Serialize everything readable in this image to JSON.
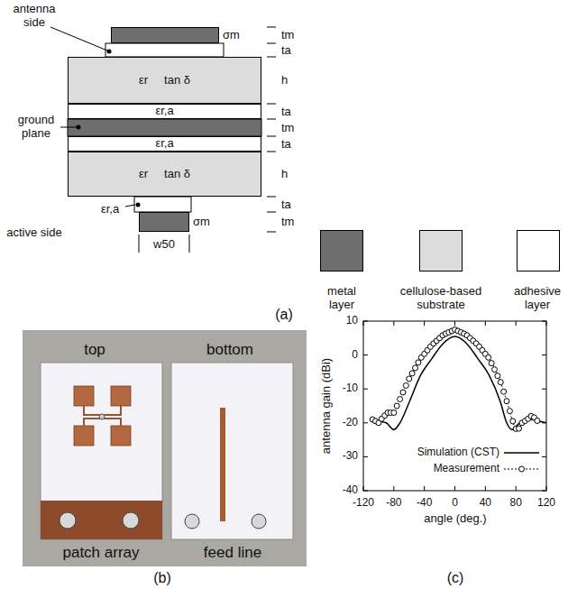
{
  "diagram": {
    "nodes": [
      {
        "text": [
          "σm"
        ]
      },
      {
        "text": [
          "εr",
          "tan δ"
        ]
      },
      {
        "text": [
          "εr,a"
        ]
      },
      {
        "text": [
          "εr,a"
        ]
      },
      {
        "text": [
          "εr",
          "tan δ"
        ]
      },
      {
        "text": [
          "σm"
        ]
      }
    ],
    "labels": [
      "antenna side",
      "ground plane",
      "active side",
      "εr,a",
      "tm",
      "ta",
      "h",
      "ta",
      "tm",
      "ta",
      "h",
      "ta",
      "tm",
      "w50",
      "(a)",
      "top",
      "bottom",
      "patch array",
      "feed line",
      "(b)",
      "10",
      "0",
      "-10",
      "-20",
      "-30",
      "-40",
      "-120",
      "-80",
      "-40",
      "0",
      "40",
      "80",
      "120",
      "antenna gain (dBi)",
      "angle (deg.)",
      "(c)"
    ],
    "legend": [
      {
        "text": "metal layer",
        "color": "#6e6e6e"
      },
      {
        "text": "cellulose-based substrate",
        "color": "#dcdcdc"
      },
      {
        "text": "adhesive layer",
        "color": "#ffffff"
      },
      {
        "text": "Simulation (CST)"
      },
      {
        "text": "Measurement"
      }
    ]
  }
}
